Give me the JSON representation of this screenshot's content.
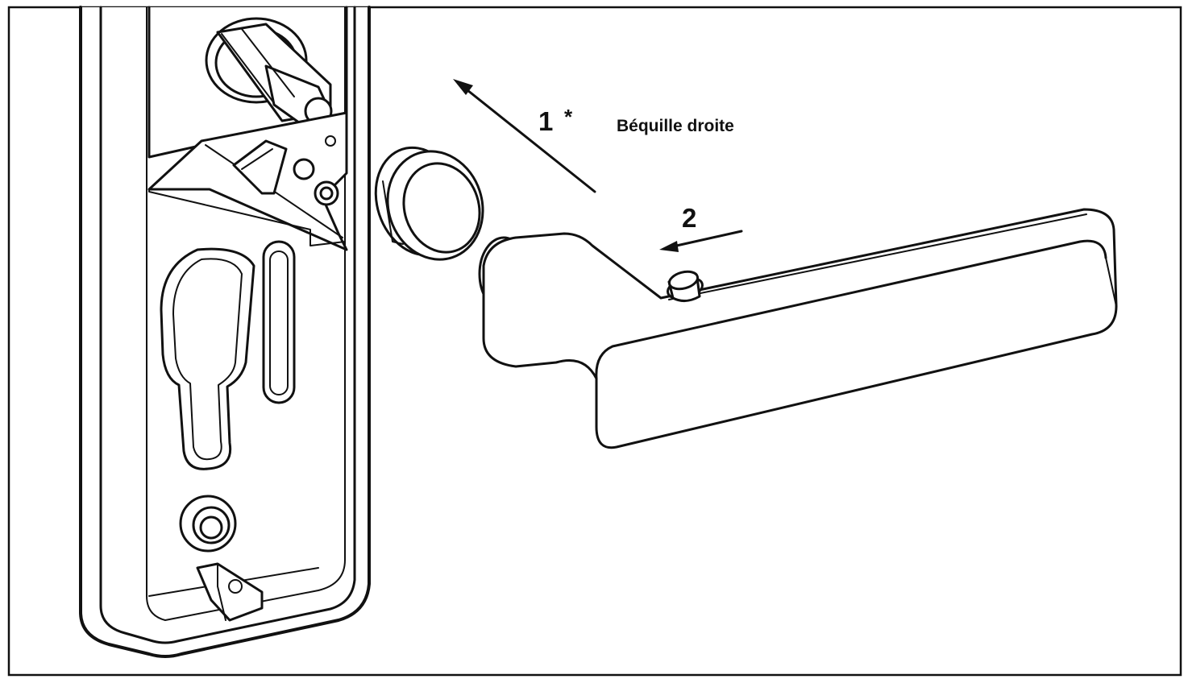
{
  "diagram": {
    "step_1_label": "1",
    "step_1_marker": "*",
    "step_2_label": "2",
    "caption": "Béquille droite"
  },
  "colors": {
    "ink": "#111111",
    "background": "#ffffff"
  }
}
